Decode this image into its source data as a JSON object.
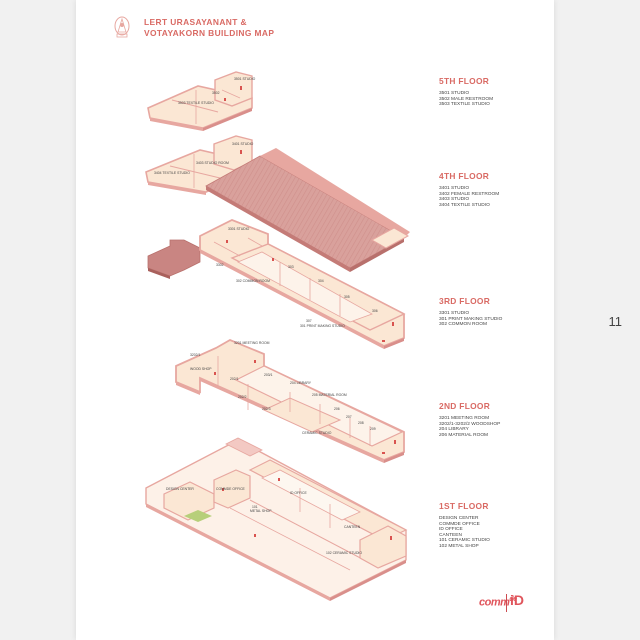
{
  "page": {
    "number": "11"
  },
  "header": {
    "title_line1": "LERT URASAYANANT &",
    "title_line2": "VOTAYAKORN BUILDING MAP"
  },
  "floors": [
    {
      "id": "5",
      "title": "5TH FLOOR",
      "rooms": [
        "3501  STUDIO",
        "3502  MALE RESTROOM",
        "3503  TEXTILE STUDIO"
      ]
    },
    {
      "id": "4",
      "title": "4TH FLOOR",
      "rooms": [
        "3401  STUDIO",
        "3402  FEMALE RESTROOM",
        "3403  STUDIO",
        "3404  TEXTILE STUDIO"
      ]
    },
    {
      "id": "3",
      "title": "3RD FLOOR",
      "rooms": [
        "3301  STUDIO",
        "301    PRINT MAKING STUDIO",
        "302    COMMON ROOM"
      ]
    },
    {
      "id": "2",
      "title": "2ND FLOOR",
      "rooms": [
        "3201  MEETING ROOM",
        "3202/1-3202/2   WOODSHOP",
        "204 LIBRARY",
        "206 MATERIAL ROOM"
      ]
    },
    {
      "id": "1",
      "title": "1ST FLOOR",
      "rooms": [
        "DESIGN CENTER",
        "COMMDE OFFICE",
        "ID OFFICE",
        "CANTEEN",
        "101    CERAMIC STUDIO",
        "102    METAL SHOP"
      ]
    }
  ],
  "map_labels": {
    "f5": [
      "3501 STUDIO",
      "3503 TEXTILE STUDIO",
      "3502"
    ],
    "f4": [
      "3401 STUDIO",
      "3403 STUDIO ROOM",
      "3404 TEXTILE STUDIO"
    ],
    "f3": [
      "3301 STUDIO",
      "3302",
      "302 COMMON ROOM",
      "303",
      "304",
      "305",
      "306",
      "307",
      "301 PRINT MAKING STUDIO"
    ],
    "f2": [
      "3201 MEETING ROOM",
      "3202/1",
      "WOOD SHOP",
      "202/1",
      "202/2",
      "202/3",
      "203/1",
      "204 LIBRARY",
      "205 MATERIAL ROOM",
      "206",
      "207",
      "208",
      "209",
      "CERAMIC STUDIO"
    ],
    "f1": [
      "DESIGN CENTER",
      "COMMDE OFFICE",
      "ID OFFICE",
      "101",
      "METAL SHOP",
      "CANTEEN",
      "102 CERAMIC STUDIO"
    ]
  },
  "brands": {
    "commde": "comm",
    "commde_sup": "de",
    "id": "iD"
  },
  "colors": {
    "accent": "#d96a64",
    "floor_fill": "#fbe7d4",
    "wall": "#e7a7a0",
    "wall_dark": "#d98f8b",
    "roof": "#d9a19c",
    "roof_dark": "#c47b77",
    "green": "#b7cf7a"
  }
}
